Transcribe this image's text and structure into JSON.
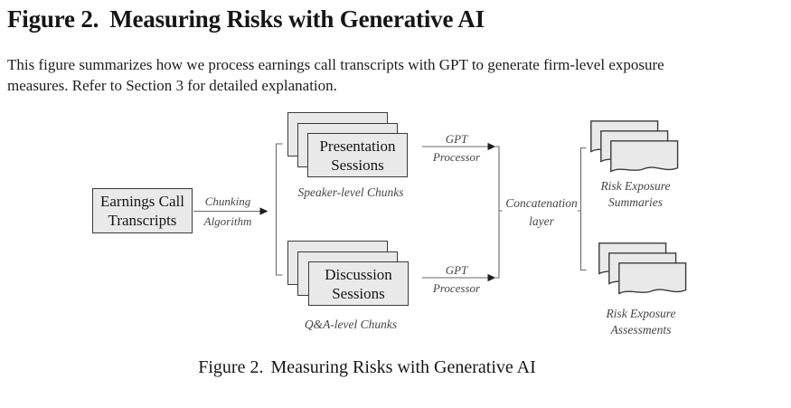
{
  "page": {
    "title_label": "Figure 2.",
    "title_text": "Measuring Risks with Generative AI",
    "description": "This figure summarizes how we process earnings call transcripts with GPT to generate firm-level exposure\nmeasures. Refer to Section 3 for detailed explanation.",
    "caption_label": "Figure 2.",
    "caption_text": "Measuring Risks with Generative AI"
  },
  "diagram": {
    "input_box": {
      "line1": "Earnings Call",
      "line2": "Transcripts"
    },
    "chunking": {
      "line1": "Chunking",
      "line2": "Algorithm"
    },
    "presentation": {
      "line1": "Presentation",
      "line2": "Sessions"
    },
    "presentation_caption": "Speaker-level Chunks",
    "discussion": {
      "line1": "Discussion",
      "line2": "Sessions"
    },
    "discussion_caption": "Q&A-level Chunks",
    "gpt_top": {
      "line1": "GPT",
      "line2": "Processor"
    },
    "gpt_bottom": {
      "line1": "GPT",
      "line2": "Processor"
    },
    "concatenation": {
      "line1": "Concatenation",
      "line2": "layer"
    },
    "summaries": {
      "line1": "Risk Exposure",
      "line2": "Summaries"
    },
    "assessments": {
      "line1": "Risk Exposure",
      "line2": "Assessments"
    },
    "colors": {
      "box_fill": "#e9e9e9",
      "box_border": "#3b3b3b",
      "line": "#6a6a6a",
      "label_text": "#454545",
      "main_text": "#161616",
      "arrow": "#1f1f1f"
    }
  }
}
